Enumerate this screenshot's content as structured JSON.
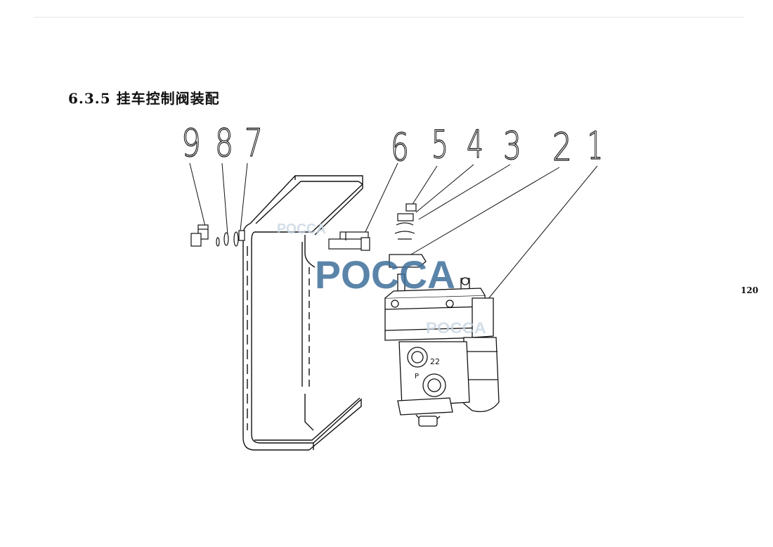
{
  "section": {
    "title": "6.3.5 挂车控制阀装配"
  },
  "page_number": "120",
  "callouts": [
    "9",
    "8",
    "7",
    "6",
    "5",
    "4",
    "3",
    "2",
    "1"
  ],
  "watermark": {
    "text": "POCCA",
    "color_main": "#3f6f9b",
    "color_faint": "#c9d6e3"
  }
}
